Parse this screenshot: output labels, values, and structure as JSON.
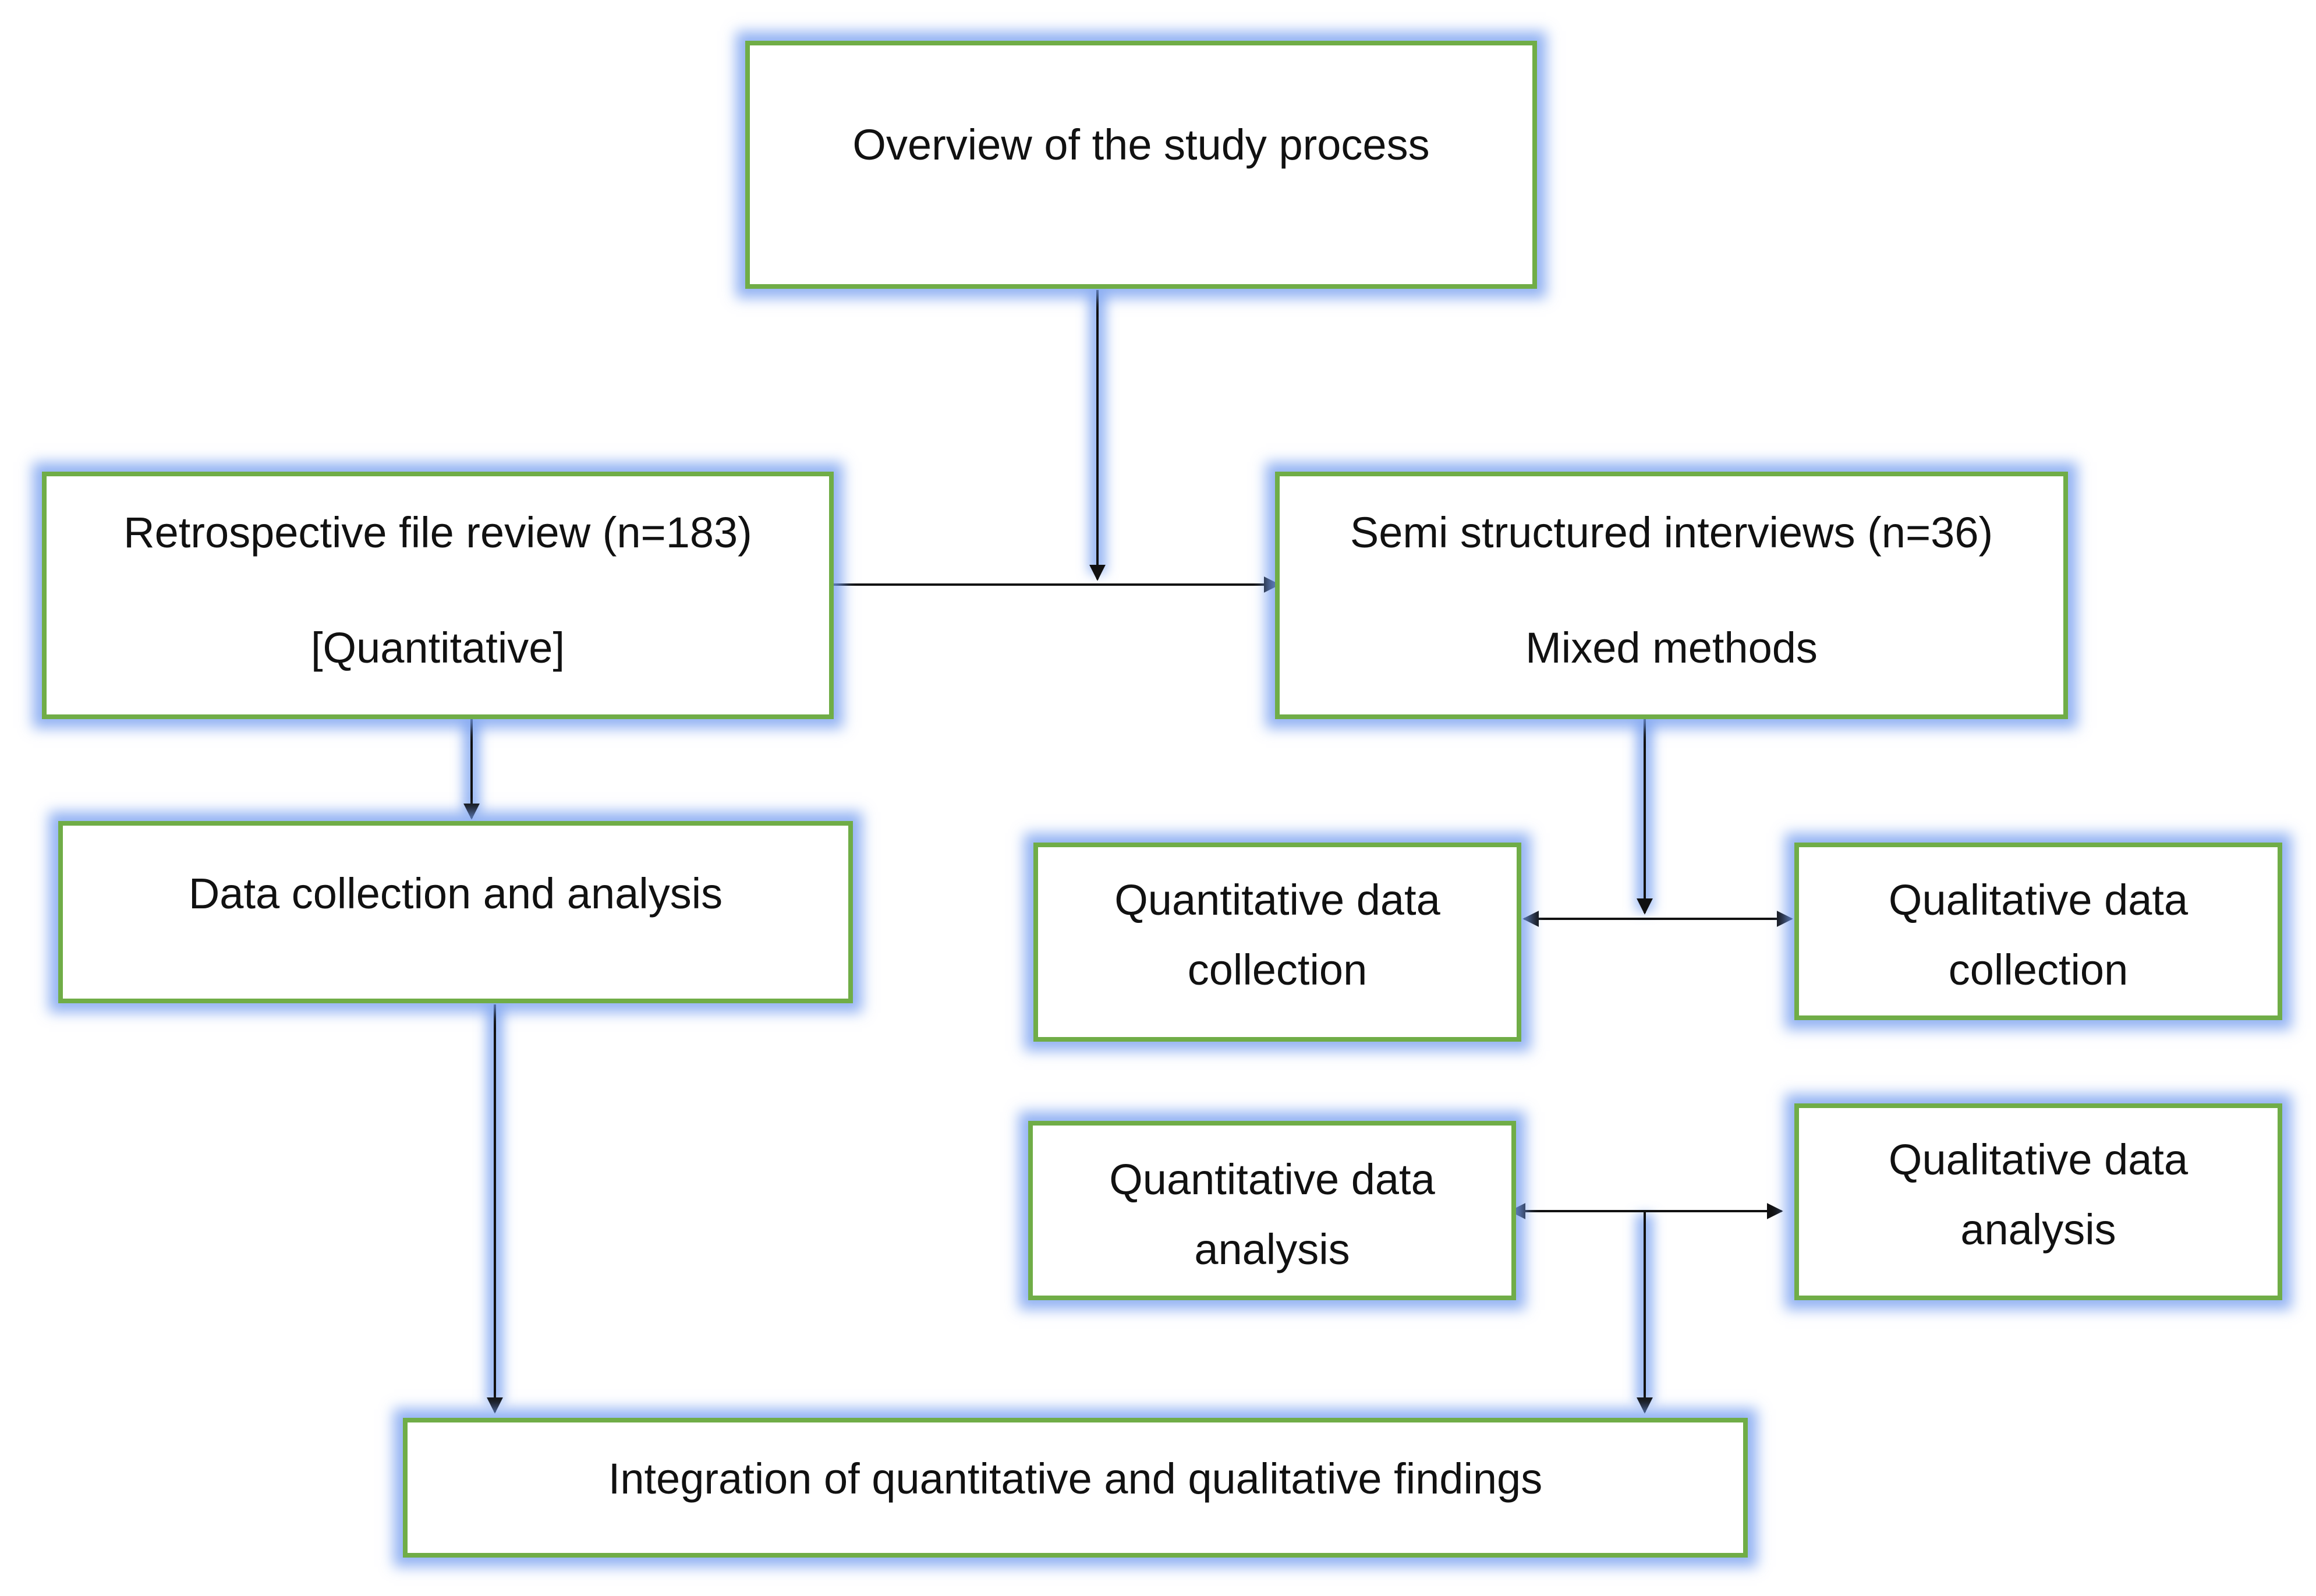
{
  "diagram": {
    "overview": {
      "line1": "Overview of the study process"
    },
    "file_review": {
      "line1": "Retrospective file review (n=183)",
      "line2": "[Quantitative]"
    },
    "interviews": {
      "line1": "Semi structured interviews (n=36)",
      "line2": "Mixed methods"
    },
    "data_collection_analysis": {
      "line1": "Data collection and analysis"
    },
    "quant_collection": {
      "line1": "Quantitative data",
      "line2": "collection"
    },
    "qual_collection": {
      "line1": "Qualitative data",
      "line2": "collection"
    },
    "quant_analysis": {
      "line1": "Quantitative data",
      "line2": "analysis"
    },
    "qual_analysis": {
      "line1": "Qualitative data",
      "line2": "analysis"
    },
    "integration": {
      "line1": "Integration of quantitative and qualitative findings"
    }
  },
  "colors": {
    "box_border": "#70ad47",
    "glow": "#749ef0",
    "arrow": "#111111"
  }
}
